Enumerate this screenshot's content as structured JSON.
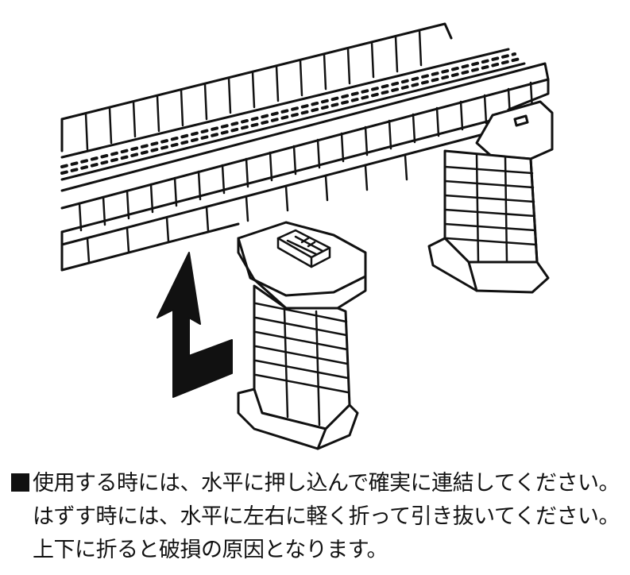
{
  "instructions": {
    "line1": "使用する時には、水平に押し込んで確実に連結してください。",
    "line2": "はずす時には、水平に左右に軽く折って引き抜いてください。",
    "line3": "上下に折ると破損の原因となります。"
  },
  "colors": {
    "ink": "#111111",
    "background": "#ffffff"
  },
  "icons": {
    "arrow": "insert-arrow-icon",
    "bullet": "square-bullet-icon"
  }
}
